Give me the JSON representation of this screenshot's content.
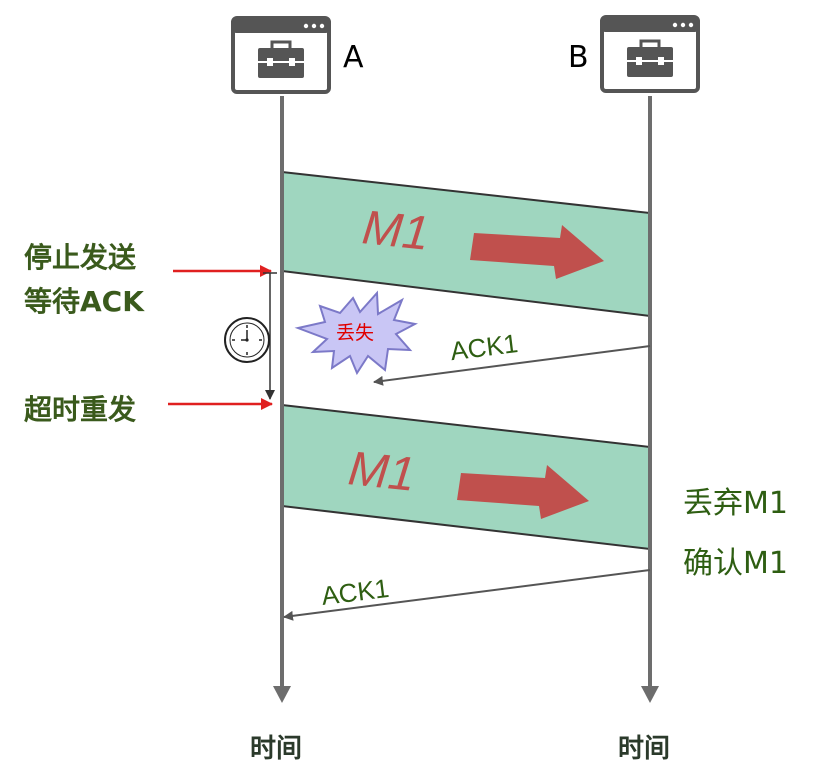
{
  "nodes": [
    {
      "id": "A",
      "label": "A"
    },
    {
      "id": "B",
      "label": "B"
    }
  ],
  "timeline": {
    "axis_label": "时间"
  },
  "left_events": {
    "stop_send": "停止发送",
    "wait_ack": "等待ACK",
    "timeout_resend": "超时重发"
  },
  "messages": {
    "first": {
      "label": "M1"
    },
    "second": {
      "label": "M1"
    },
    "ack_lost": {
      "label": "ACK1",
      "burst_text": "丢失"
    },
    "ack_ok": {
      "label": "ACK1"
    }
  },
  "right_events": {
    "discard": "丢弃M1",
    "confirm": "确认M1"
  },
  "colors": {
    "band_fill": "#9fd6bf",
    "big_arrow": "#c0504d",
    "side_arrow": "#e02020",
    "text_green": "#2e5e12",
    "lost_burst": "#c9c6f5",
    "lost_text": "#e00000"
  },
  "icons": {
    "node": "computer-window-icon",
    "timer": "clock-icon"
  }
}
